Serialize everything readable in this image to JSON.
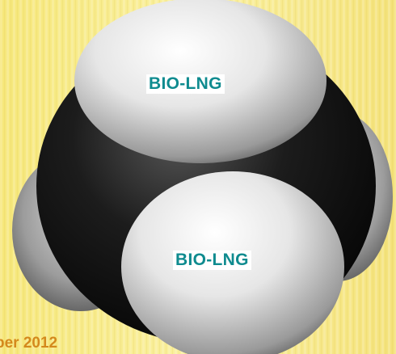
{
  "molecule": {
    "label_top": "BIO-LNG",
    "label_bottom": "BIO-LNG"
  },
  "footer": {
    "date_fragment": "ber 2012"
  },
  "colors": {
    "background": "#f7eb8a",
    "carbon_atom": "#111111",
    "hydrogen_atom": "#e9e9e9",
    "label_text": "#0f8b8f",
    "date_text": "#d4891c"
  }
}
